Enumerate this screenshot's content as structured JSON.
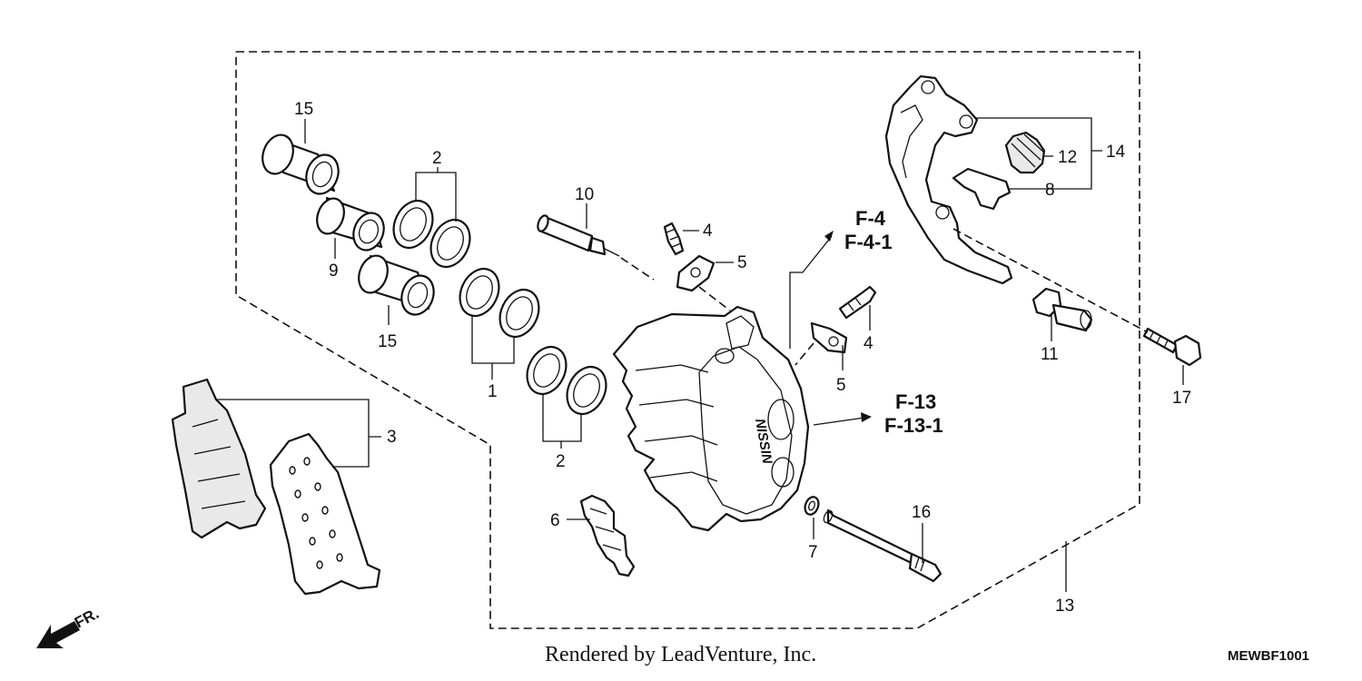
{
  "callouts": {
    "c1": "1",
    "c2a": "2",
    "c2b": "2",
    "c3": "3",
    "c4a": "4",
    "c4b": "4",
    "c5a": "5",
    "c5b": "5",
    "c6": "6",
    "c7": "7",
    "c8": "8",
    "c9": "9",
    "c10": "10",
    "c11": "11",
    "c12": "12",
    "c13": "13",
    "c14": "14",
    "c15a": "15",
    "c15b": "15",
    "c16": "16",
    "c17": "17"
  },
  "references": {
    "f4": "F-4",
    "f41": "F-4-1",
    "f13": "F-13",
    "f131": "F-13-1"
  },
  "direction_label": "FR.",
  "caliper_brand": "NISSIN",
  "footer": {
    "credit": "Rendered by LeadVenture, Inc.",
    "diagram_code": "MEWBF1001"
  }
}
